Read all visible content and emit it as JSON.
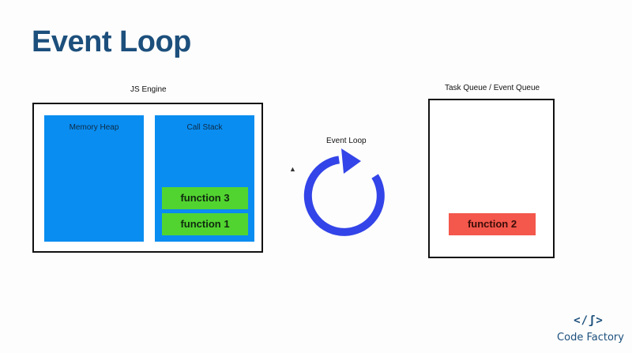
{
  "slide": {
    "title": "Event Loop"
  },
  "js_engine": {
    "label": "JS Engine",
    "memory_heap": {
      "label": "Memory Heap"
    },
    "call_stack": {
      "label": "Call Stack",
      "items": [
        "function 3",
        "function 1"
      ]
    }
  },
  "event_loop": {
    "label": "Event Loop",
    "arrow_icon": "circular-arrow-icon",
    "color": "#3344e8"
  },
  "task_queue": {
    "label": "Task Queue / Event Queue",
    "items": [
      "function 2"
    ]
  },
  "logo": {
    "mark": "</ʃ>",
    "text": "Code Factory"
  },
  "colors": {
    "title": "#1c4f7c",
    "panel": "#0a8df0",
    "stack_item": "#52d430",
    "queue_item": "#f4574b"
  }
}
